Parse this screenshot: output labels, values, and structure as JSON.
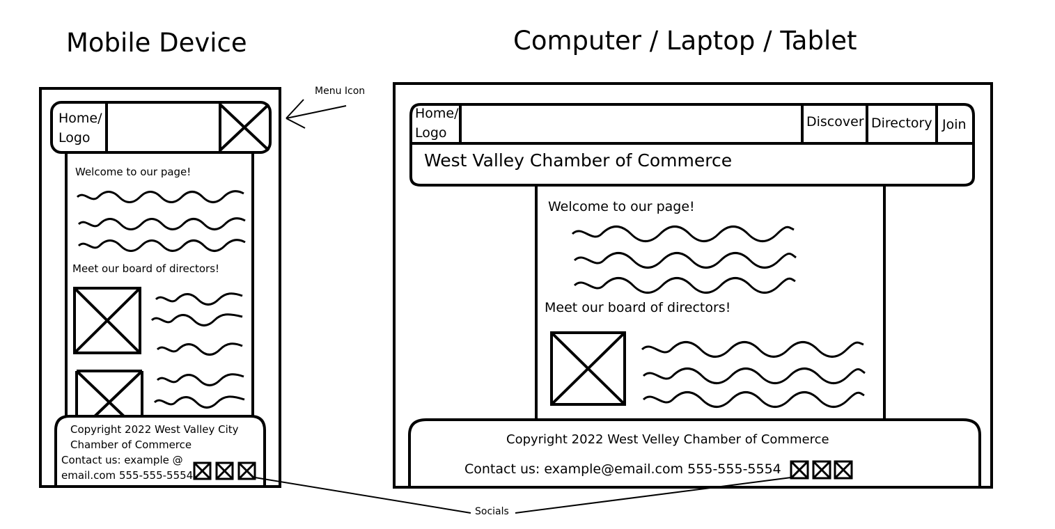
{
  "mobile": {
    "title": "Mobile Device",
    "home_logo_line1": "Home/",
    "home_logo_line2": "Logo",
    "welcome": "Welcome to our page!",
    "board": "Meet our board of directors!",
    "footer": {
      "copyright_line1": "Copyright 2022 West Valley City",
      "copyright_line2": "Chamber of Commerce",
      "contact_line1": "Contact us: example @",
      "contact_line2": "email.com 555-555-5554"
    }
  },
  "desktop": {
    "title": "Computer / Laptop / Tablet",
    "home_logo_line1": "Home/",
    "home_logo_line2": "Logo",
    "nav": [
      "Discover",
      "Directory",
      "Join"
    ],
    "org_name": "West Valley Chamber of Commerce",
    "welcome": "Welcome to our page!",
    "board": "Meet our board of directors!",
    "footer": {
      "copyright": "Copyright 2022 West Velley Chamber of Commerce",
      "contact": "Contact us: example@email.com 555-555-5554"
    }
  },
  "annotations": {
    "menu_icon": "Menu Icon",
    "socials": "Socials"
  }
}
